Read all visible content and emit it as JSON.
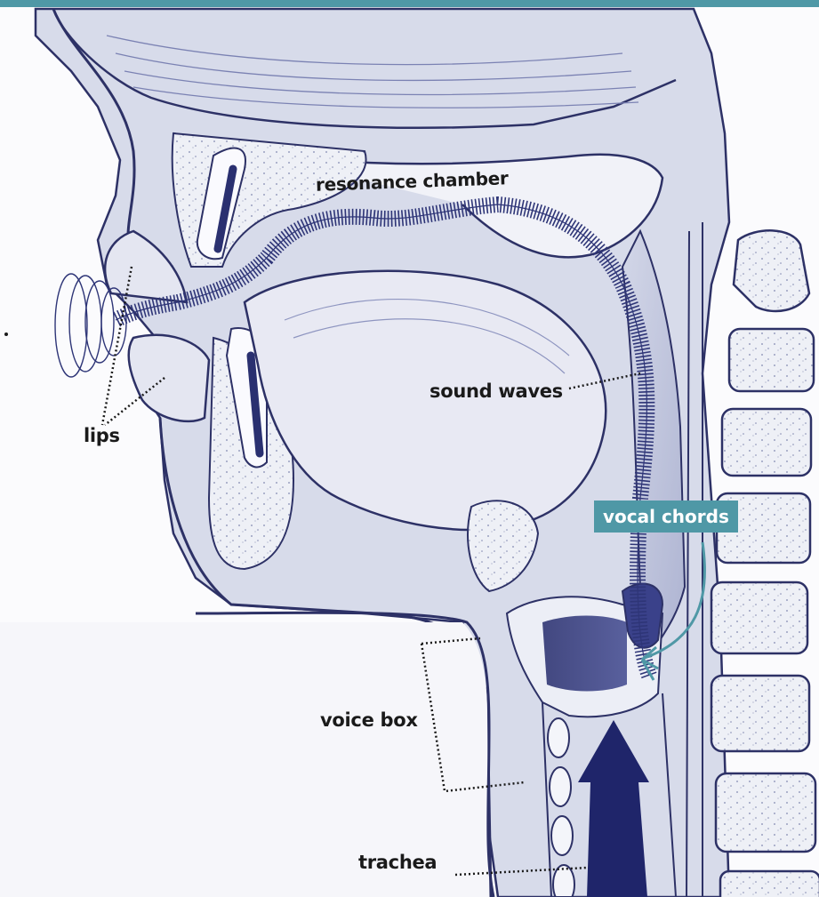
{
  "labels": {
    "resonance_chamber": "resonance chamber",
    "sound_waves": "sound waves",
    "lips": "lips",
    "vocal_chords": "vocal chords",
    "voice_box": "voice box",
    "trachea": "trachea"
  },
  "colors": {
    "top_band": "#4f98a6",
    "vocal_chords_label_bg": "#4f98a6",
    "tissue_shade": "#c9cee3",
    "wave_color": "#2e3577",
    "outline": "#2d3166",
    "background": "#fbfbfd"
  }
}
